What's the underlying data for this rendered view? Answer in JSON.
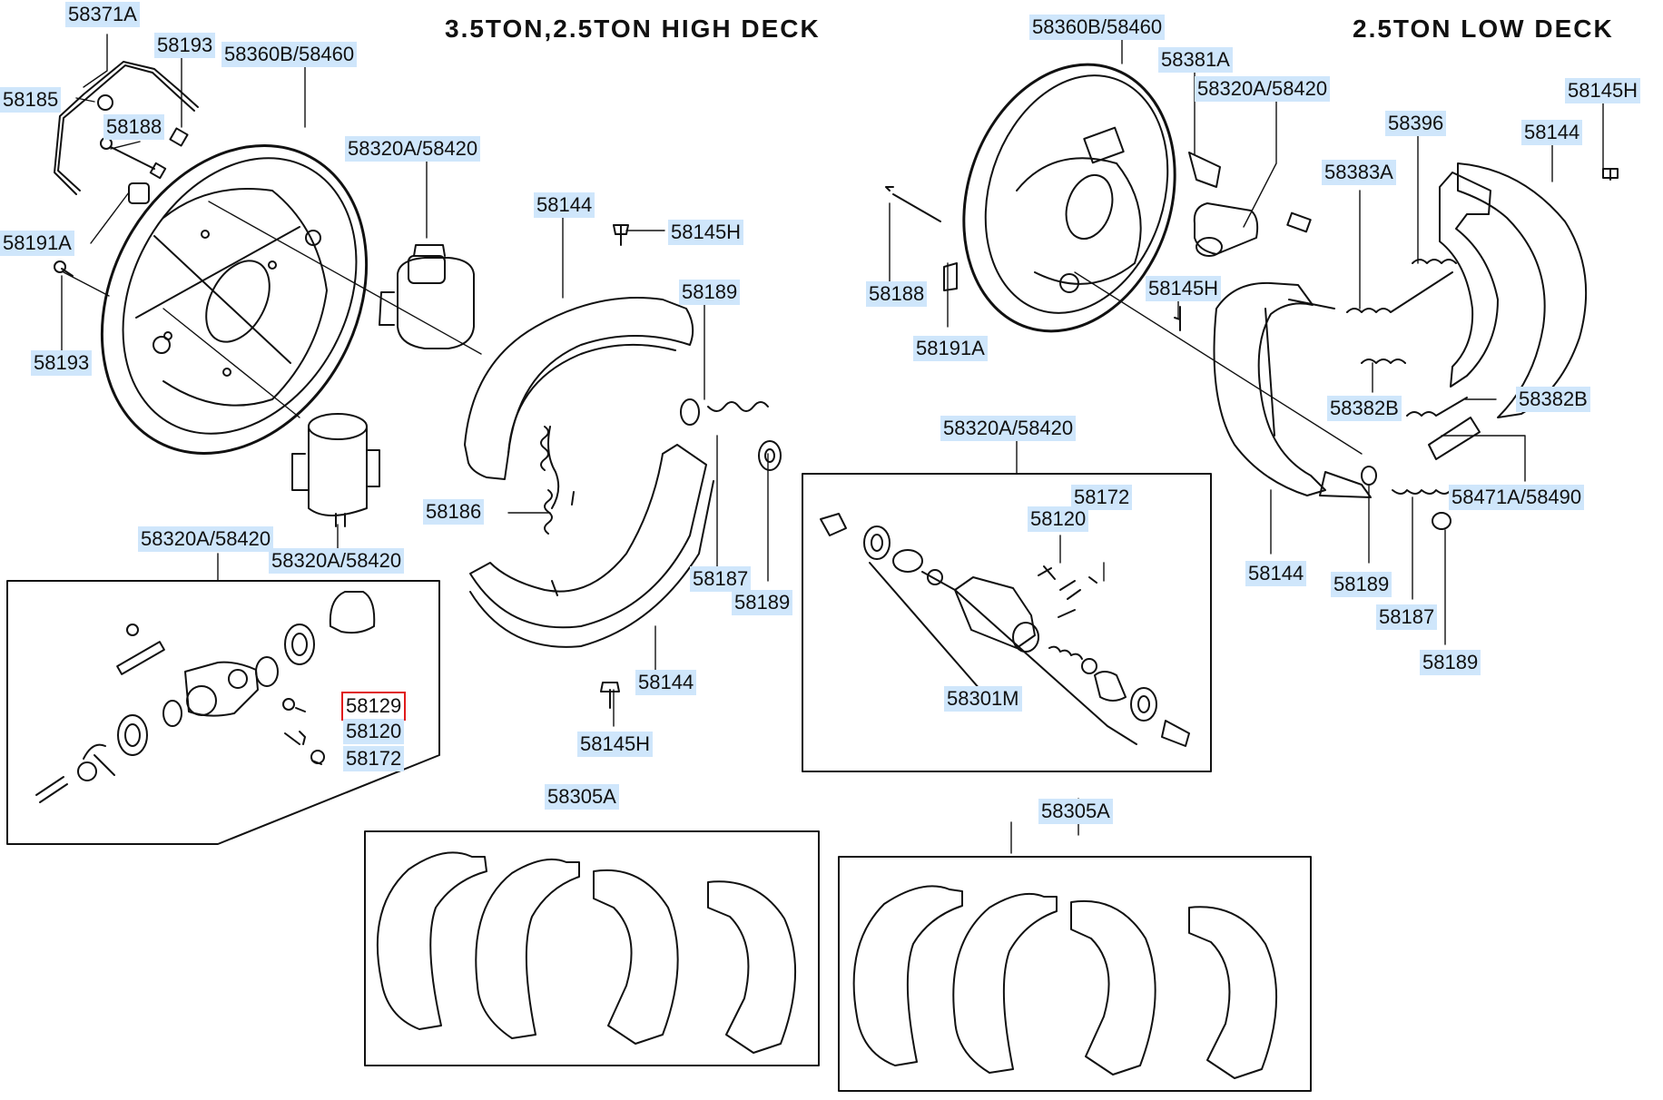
{
  "diagram": {
    "headings": {
      "high_deck": "3.5TON,2.5TON  HIGH  DECK",
      "low_deck": "2.5TON  LOW  DECK"
    },
    "parts": {
      "p58371A": "58371A",
      "p58193_top": "58193",
      "p58360B_left": "58360B/58460",
      "p58185": "58185",
      "p58188_left": "58188",
      "p58320A_top": "58320A/58420",
      "p58191A_left": "58191A",
      "p58193_low": "58193",
      "p58144_center": "58144",
      "p58145H_center": "58145H",
      "p58189_center": "58189",
      "p58186": "58186",
      "p58187_center": "58187",
      "p58189_center2": "58189",
      "p58144_lower": "58144",
      "p58145H_bottom": "58145H",
      "p58320A_left1": "58320A/58420",
      "p58320A_left2": "58320A/58420",
      "p58129": "58129",
      "p58120_left": "58120",
      "p58172_left": "58172",
      "p58305A_left": "58305A",
      "p58360B_right": "58360B/58460",
      "p58381A": "58381A",
      "p58320A_right": "58320A/58420",
      "p58145H_right": "58145H",
      "p58396": "58396",
      "p58144_right_top": "58144",
      "p58383A": "58383A",
      "p58188_right": "58188",
      "p58191A_right": "58191A",
      "p58145H_mid": "58145H",
      "p58382B_left": "58382B",
      "p58382B_right": "58382B",
      "p58320A_box": "58320A/58420",
      "p58172_box": "58172",
      "p58120_box": "58120",
      "p58471A": "58471A/58490",
      "p58144_right": "58144",
      "p58189_right": "58189",
      "p58187_right": "58187",
      "p58189_right2": "58189",
      "p58301M": "58301M",
      "p58305A_right": "58305A"
    },
    "highlight": "58129"
  }
}
